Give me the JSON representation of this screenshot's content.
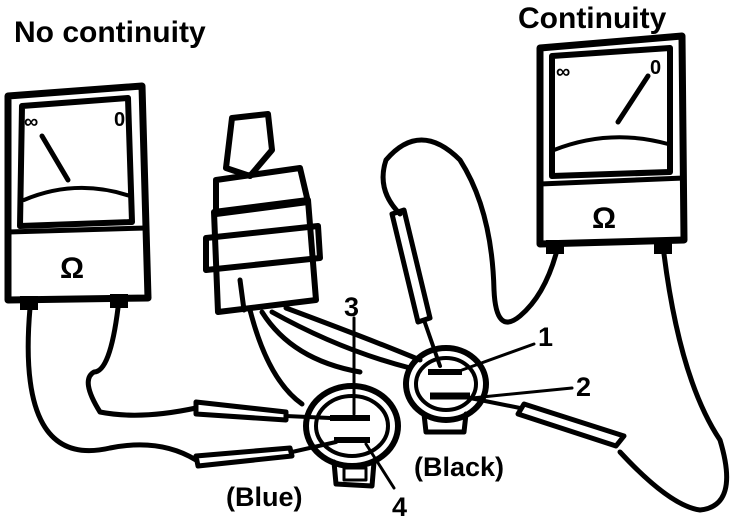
{
  "headings": {
    "left": "No continuity",
    "right": "Continuity"
  },
  "meters": {
    "left": {
      "scale_infinity": "∞",
      "scale_zero": "0",
      "unit_symbol": "Ω",
      "needle_position": "infinity"
    },
    "right": {
      "scale_infinity": "∞",
      "scale_zero": "0",
      "unit_symbol": "Ω",
      "needle_position": "zero"
    }
  },
  "terminals": {
    "t1": "1",
    "t2": "2",
    "t3": "3",
    "t4": "4"
  },
  "connectors": {
    "blue_label": "(Blue)",
    "black_label": "(Black)"
  }
}
